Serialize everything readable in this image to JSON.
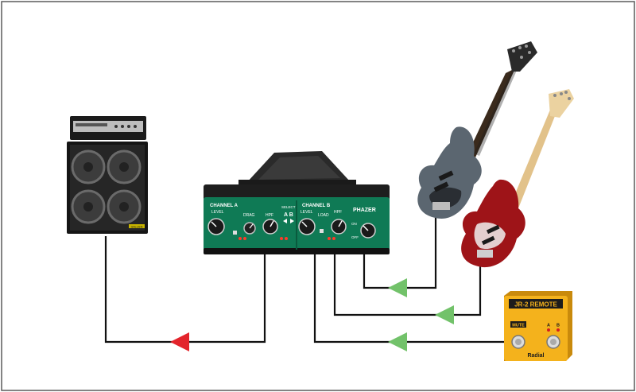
{
  "colors": {
    "background": "#ffffff",
    "frame": "#5a5a5a",
    "cable": "#111111",
    "arrow_output": "#e3242b",
    "arrow_input": "#72c26a",
    "device_green": "#0f7a55",
    "remote_yellow": "#f4b21c"
  },
  "nodes": {
    "amp": {
      "brand": "GALLIEN"
    },
    "phazer": {
      "brand": "PHAZER",
      "channel_a": "CHANNEL A",
      "channel_b": "CHANNEL B",
      "level": "LEVEL",
      "drag": "DRAG",
      "hpf": "HPF",
      "select": "SELECT",
      "a_b": "A  B",
      "load": "LOAD",
      "on": "ON",
      "off": "OFF"
    },
    "remote": {
      "title": "JR-2 REMOTE",
      "mute": "MUTE",
      "a": "A",
      "b": "B",
      "brand": "Radial"
    }
  },
  "connections": [
    {
      "from": "phazer",
      "to": "amp",
      "direction": "output"
    },
    {
      "from": "bass-guitar",
      "to": "phazer",
      "direction": "input"
    },
    {
      "from": "jazz-bass",
      "to": "phazer",
      "direction": "input"
    },
    {
      "from": "remote",
      "to": "phazer",
      "direction": "input"
    }
  ]
}
